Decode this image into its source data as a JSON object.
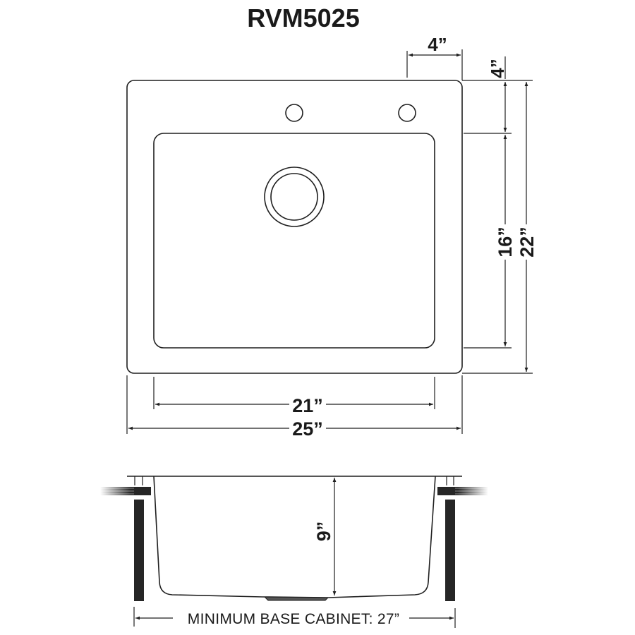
{
  "title": "RVM5025",
  "top_view": {
    "dimensions": {
      "faucet_hole_offset_horizontal": "4”",
      "faucet_hole_offset_vertical": "4”",
      "bowl_length": "16”",
      "overall_length": "22”",
      "bowl_width": "21”",
      "overall_width": "25”"
    },
    "features": [
      "faucet-hole-left",
      "faucet-hole-right",
      "drain",
      "bowl",
      "deck"
    ]
  },
  "side_view": {
    "dimensions": {
      "bowl_depth": "9”"
    },
    "caption": "MINIMUM BASE CABINET: 27”"
  },
  "colors": {
    "line": "#1f1f1f",
    "text": "#1a1a1a",
    "cabinet": "#262626",
    "background": "#ffffff"
  }
}
